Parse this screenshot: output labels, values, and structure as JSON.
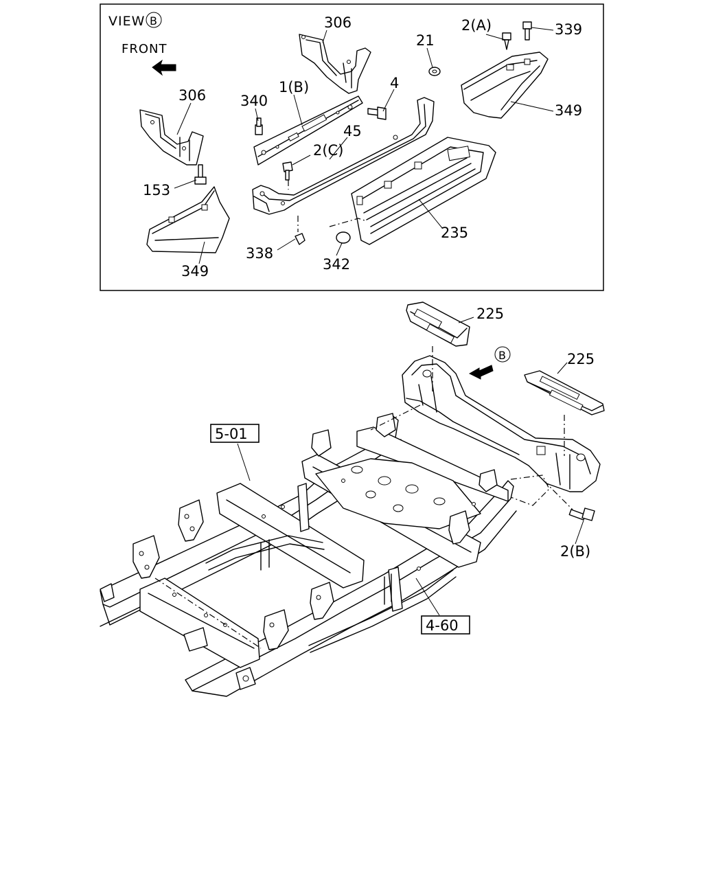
{
  "view_label": "VIEW",
  "view_marker": "B",
  "front_label": "FRONT",
  "callouts": {
    "c306_top": "306",
    "c306_left": "306",
    "c21": "21",
    "c2A": "2(A)",
    "c339": "339",
    "c349_right": "349",
    "c340": "340",
    "c1B": "1(B)",
    "c4": "4",
    "c45": "45",
    "c2C": "2(C)",
    "c153": "153",
    "c235": "235",
    "c338": "338",
    "c342": "342",
    "c349_left": "349",
    "c225_top": "225",
    "c225_right": "225",
    "c2B": "2(B)"
  },
  "view_arrow_marker": "B",
  "ref_boxes": {
    "r501": "5-01",
    "r460": "4-60"
  }
}
